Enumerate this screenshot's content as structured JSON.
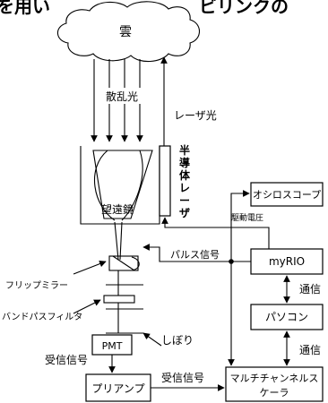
{
  "header_fragment": {
    "left": "を用い",
    "right": "ビリンクの"
  },
  "cloud_label": "雲",
  "scatter_label": "散乱光",
  "laser_light_label": "レーザ光",
  "semiconductor_laser_label": [
    "半",
    "導",
    "体",
    "レ",
    "ー",
    "ザ"
  ],
  "telescope_label": "望遠鏡",
  "drive_voltage_label": "駆動電圧",
  "pulse_signal_label": "パルス信号",
  "flip_mirror_label": "フリップミラー",
  "bandpass_filter_label": "バンドパスフィルタ",
  "iris_label": "しぼり",
  "receive_signal_label_1": "受信信号",
  "receive_signal_label_2": "受信信号",
  "comm_label_1": "通信",
  "comm_label_2": "通信",
  "boxes": {
    "oscilloscope": "オシロスコープ",
    "myrio": "myRIO",
    "pc": "パソコン",
    "pmt": "PMT",
    "preamp": "プリアンプ",
    "mca_line1": "マルチチャンネルス",
    "mca_line2": "ケーラ"
  }
}
